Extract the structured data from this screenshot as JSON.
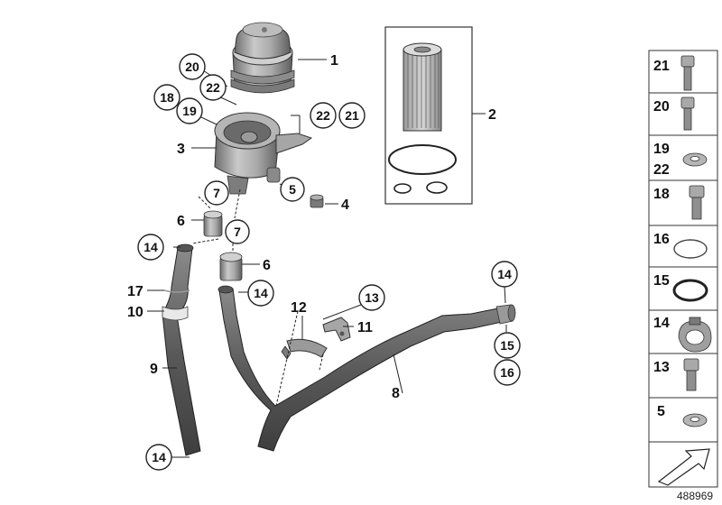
{
  "diagram": {
    "callouts": {
      "c1": "1",
      "c2": "2",
      "c3": "3",
      "c4": "4",
      "c5": "5",
      "c6a": "6",
      "c6b": "6",
      "c7a": "7",
      "c7b": "7",
      "c8": "8",
      "c9": "9",
      "c10": "10",
      "c11": "11",
      "c12": "12",
      "c13": "13",
      "c14a": "14",
      "c14b": "14",
      "c14c": "14",
      "c14d": "14",
      "c15": "15",
      "c16": "16",
      "c17": "17",
      "c18": "18",
      "c19": "19",
      "c20": "20",
      "c21": "21",
      "c22a": "22",
      "c22b": "22"
    },
    "side_panel": [
      {
        "label": "21",
        "part": "bolt-long"
      },
      {
        "label": "20",
        "part": "bolt-medium"
      },
      {
        "label": "19",
        "label2": "22",
        "part": "washer"
      },
      {
        "label": "18",
        "part": "bolt-short"
      },
      {
        "label": "16",
        "part": "o-ring-thin"
      },
      {
        "label": "15",
        "part": "o-ring-thick"
      },
      {
        "label": "14",
        "part": "hose-clamp"
      },
      {
        "label": "13",
        "part": "bolt-small"
      },
      {
        "label": "5",
        "part": "flat-washer"
      }
    ],
    "reference_number": "488969"
  }
}
